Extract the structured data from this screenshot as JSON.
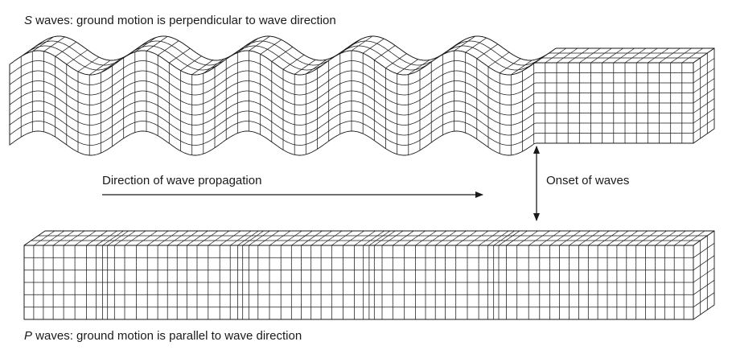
{
  "s_wave": {
    "letter": "S",
    "caption_rest": " waves: ground motion is perpendicular to wave direction"
  },
  "p_wave": {
    "letter": "P",
    "caption_rest": " waves: ground motion is parallel to wave direction"
  },
  "labels": {
    "propagation": "Direction of wave propagation",
    "onset": "Onset of waves"
  },
  "colors": {
    "ink": "#1a1a1a",
    "background": "#ffffff"
  }
}
